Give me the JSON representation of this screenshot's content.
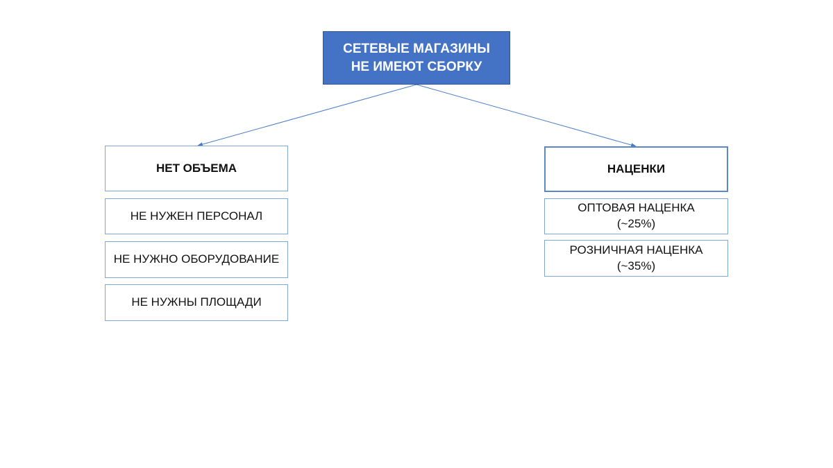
{
  "root": {
    "label": "СЕТЕВЫЕ МАГАЗИНЫ\nНЕ ИМЕЮТ СБОРКУ"
  },
  "left_branch": {
    "header": "НЕТ ОБЪЕМА",
    "items": [
      "НЕ НУЖЕН ПЕРСОНАЛ",
      "НЕ НУЖНО ОБОРУДОВАНИЕ",
      "НЕ НУЖНЫ ПЛОЩАДИ"
    ]
  },
  "right_branch": {
    "header": "НАЦЕНКИ",
    "items": [
      "ОПТОВАЯ НАЦЕНКА\n(~25%)",
      "РОЗНИЧНАЯ НАЦЕНКА\n(~35%)"
    ]
  },
  "colors": {
    "root_fill": "#4472c4",
    "box_border": "#7ea7d8",
    "connector": "#4a7cc7"
  }
}
